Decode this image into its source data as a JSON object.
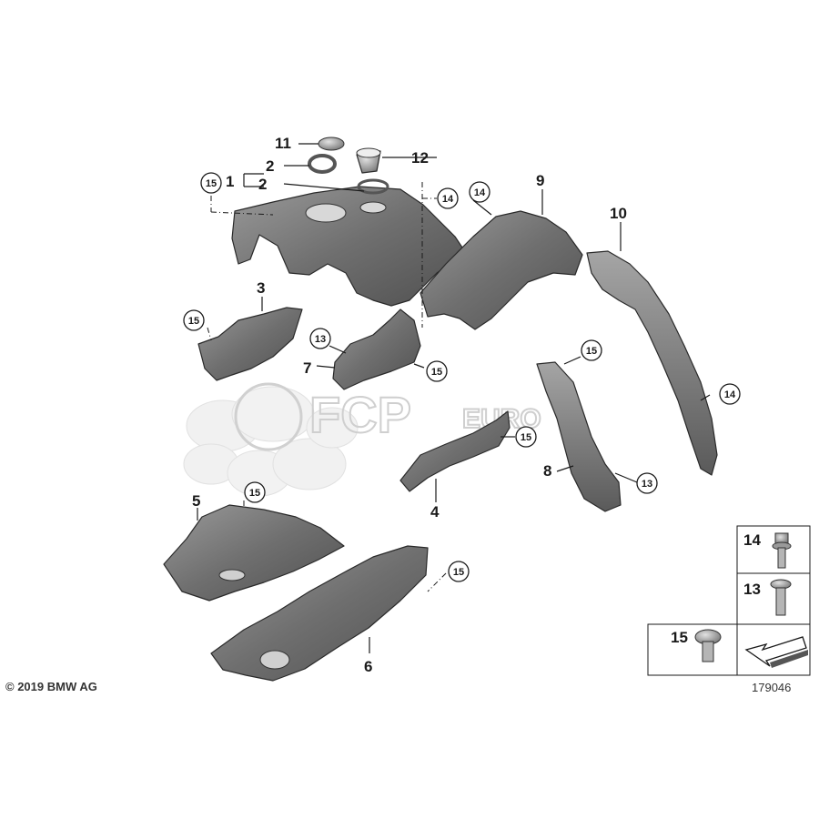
{
  "labels": {
    "l1": "1",
    "l2a": "2",
    "l2b": "2",
    "l3": "3",
    "l4": "4",
    "l5": "5",
    "l6": "6",
    "l7": "7",
    "l8": "8",
    "l9": "9",
    "l10": "10",
    "l11": "11",
    "l12": "12"
  },
  "callouts": {
    "c15_top": "15",
    "c14_top": "14",
    "c14_9": "14",
    "c15_3": "15",
    "c13_7": "13",
    "c15_7": "15",
    "c15_8": "15",
    "c14_10": "14",
    "c15_4": "15",
    "c13_8": "13",
    "c15_5": "15",
    "c15_6": "15"
  },
  "legend": {
    "n14": "14",
    "n13": "13",
    "n15": "15"
  },
  "watermark": {
    "fcp": "FCP",
    "euro": "EURO"
  },
  "copyright": "© 2019 BMW AG",
  "diagram_number": "179046",
  "colors": {
    "part_fill": "#7b7b7b",
    "part_dark": "#4a4a4a",
    "part_light": "#a8a8a8",
    "watermark": "#d0d0d0"
  }
}
